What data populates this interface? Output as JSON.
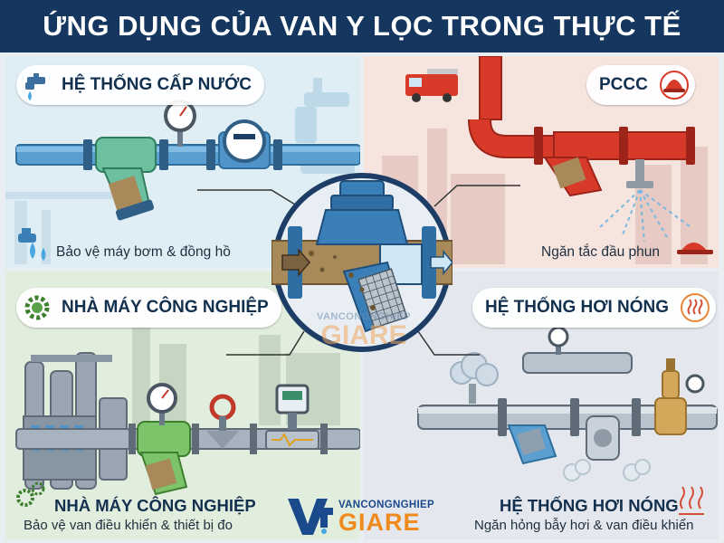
{
  "header": {
    "title": "ỨNG DỤNG CỦA VAN Y LỌC TRONG THỰC TẾ"
  },
  "water": {
    "title": "HỆ THỐNG CẤP NƯỚC",
    "caption": "Bảo vệ máy bơm & đồng hồ"
  },
  "fire": {
    "title": "PCCC",
    "caption": "Ngăn tắc đầu phun"
  },
  "industry": {
    "title": "NHÀ MÁY CÔNG NGHIỆP",
    "label": "NHÀ MÁY CÔNG NGHIỆP",
    "caption": "Bảo vệ van điều khiển & thiết bị đo"
  },
  "steam": {
    "title": "HỆ THỐNG HƠI NÓNG",
    "label": "HỆ THỐNG HƠI NÓNG",
    "caption": "Ngăn hỏng bẫy hơi & van điều khiển"
  },
  "watermark": {
    "top": "VANCONGNGHIEP",
    "bottom": "GIARE"
  },
  "brand": {
    "top": "VANCONGNGHIEP",
    "bottom": "GIARE"
  },
  "colors": {
    "navy": "#15365e",
    "water_blue": "#4f93c9",
    "fire_red": "#d83a2a",
    "industry_green": "#5aa24a",
    "steam_orange": "#e9883a",
    "brand_orange": "#f08a1c"
  },
  "icons": [
    "faucet-icon",
    "fire-truck-icon",
    "firefighter-helmet-icon",
    "gear-icon",
    "steam-icon",
    "water-drop-icon"
  ]
}
